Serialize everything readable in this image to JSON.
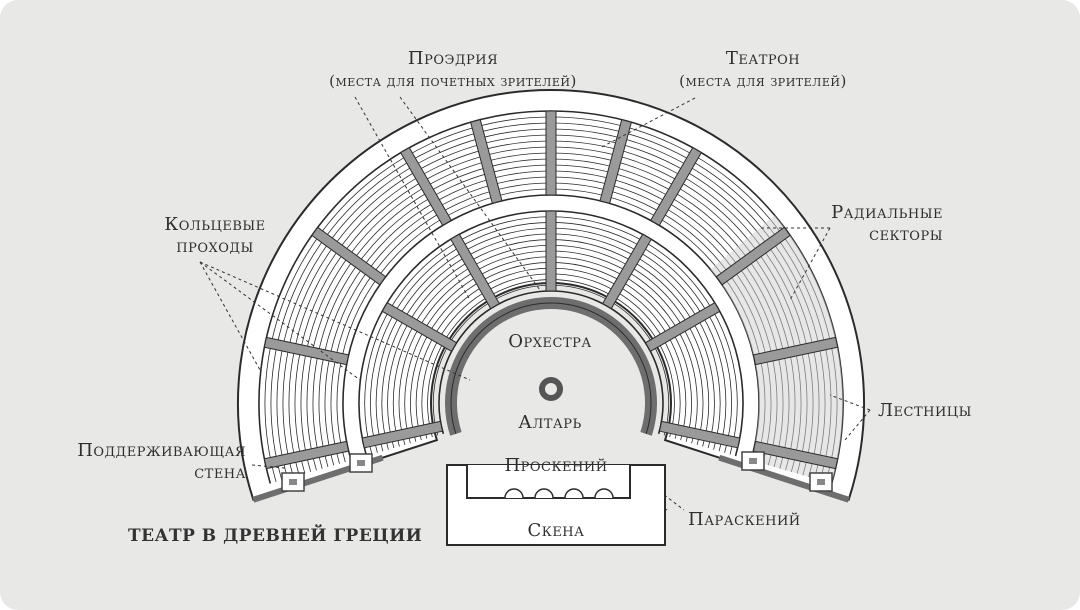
{
  "diagram": {
    "title": "ТЕАТР В ДРЕВНЕЙ ГРЕЦИИ",
    "labels": {
      "proedria": "Проэдрия",
      "proedria_note": "(места для почетных зрителей)",
      "teatron": "Театрон",
      "teatron_note": "(места для зрителей)",
      "ring_passages_1": "Кольцевые",
      "ring_passages_2": "проходы",
      "radial_sectors_1": "Радиальные",
      "radial_sectors_2": "секторы",
      "orchestra": "Орхестра",
      "altar": "Алтарь",
      "stairs": "Лестницы",
      "support_wall_1": "Поддерживающая",
      "support_wall_2": "стена",
      "proskenion": "Проскений",
      "paraskenion": "Параскений",
      "skene": "Скена"
    },
    "colors": {
      "background": "#e8e8e7",
      "structure": "#ffffff",
      "lines": "#2b2b2b",
      "wall": "#6e6e6e",
      "seats_shade": "#cfcfcf"
    }
  }
}
